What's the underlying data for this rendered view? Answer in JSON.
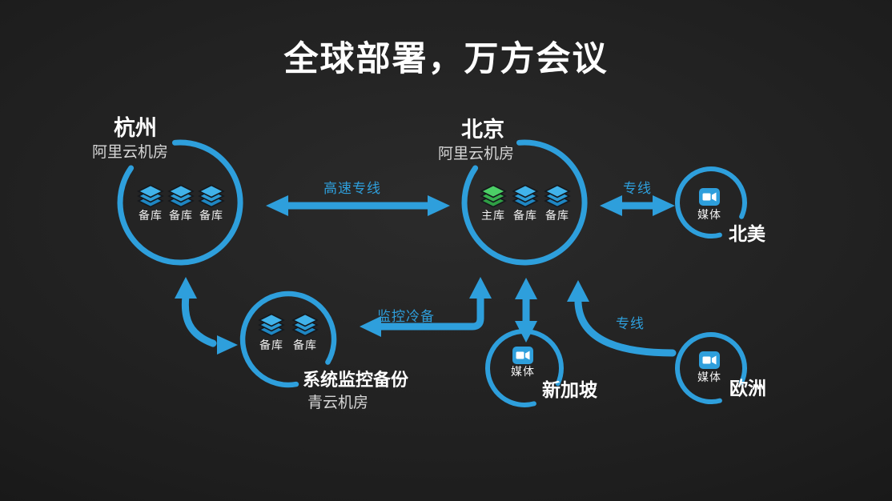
{
  "title": "全球部署，万方会议",
  "colors": {
    "accent_blue": "#2E9FDC",
    "primary_db_green": "#3CBE54",
    "background": "#1d1d1d",
    "text_white": "#ffffff",
    "text_gray": "#d6d6d6"
  },
  "nodes": {
    "hangzhou": {
      "name": "杭州",
      "subtitle": "阿里云机房",
      "items": [
        {
          "type": "db-backup",
          "label": "备库"
        },
        {
          "type": "db-backup",
          "label": "备库"
        },
        {
          "type": "db-backup",
          "label": "备库"
        }
      ]
    },
    "beijing": {
      "name": "北京",
      "subtitle": "阿里云机房",
      "items": [
        {
          "type": "db-primary",
          "label": "主库"
        },
        {
          "type": "db-backup",
          "label": "备库"
        },
        {
          "type": "db-backup",
          "label": "备库"
        }
      ]
    },
    "north_america": {
      "name": "北美",
      "items": [
        {
          "type": "media",
          "label": "媒体"
        }
      ]
    },
    "monitor": {
      "name": "系统监控备份",
      "subtitle": "青云机房",
      "items": [
        {
          "type": "db-backup",
          "label": "备库"
        },
        {
          "type": "db-backup",
          "label": "备库"
        }
      ]
    },
    "singapore": {
      "name": "新加坡",
      "items": [
        {
          "type": "media",
          "label": "媒体"
        }
      ]
    },
    "europe": {
      "name": "欧洲",
      "items": [
        {
          "type": "media",
          "label": "媒体"
        }
      ]
    }
  },
  "links": [
    {
      "from": "hangzhou",
      "to": "beijing",
      "label": "高速专线",
      "style": "double-arrow"
    },
    {
      "from": "beijing",
      "to": "north_america",
      "label": "专线",
      "style": "double-arrow"
    },
    {
      "from": "beijing",
      "to": "monitor",
      "label": "监控冷备",
      "style": "double-arrow-elbow"
    },
    {
      "from": "hangzhou",
      "to": "monitor",
      "label": "",
      "style": "double-arrow-curve"
    },
    {
      "from": "beijing",
      "to": "singapore",
      "label": "",
      "style": "double-arrow"
    },
    {
      "from": "europe",
      "to": "beijing",
      "label": "专线",
      "style": "arrow-curve"
    }
  ]
}
